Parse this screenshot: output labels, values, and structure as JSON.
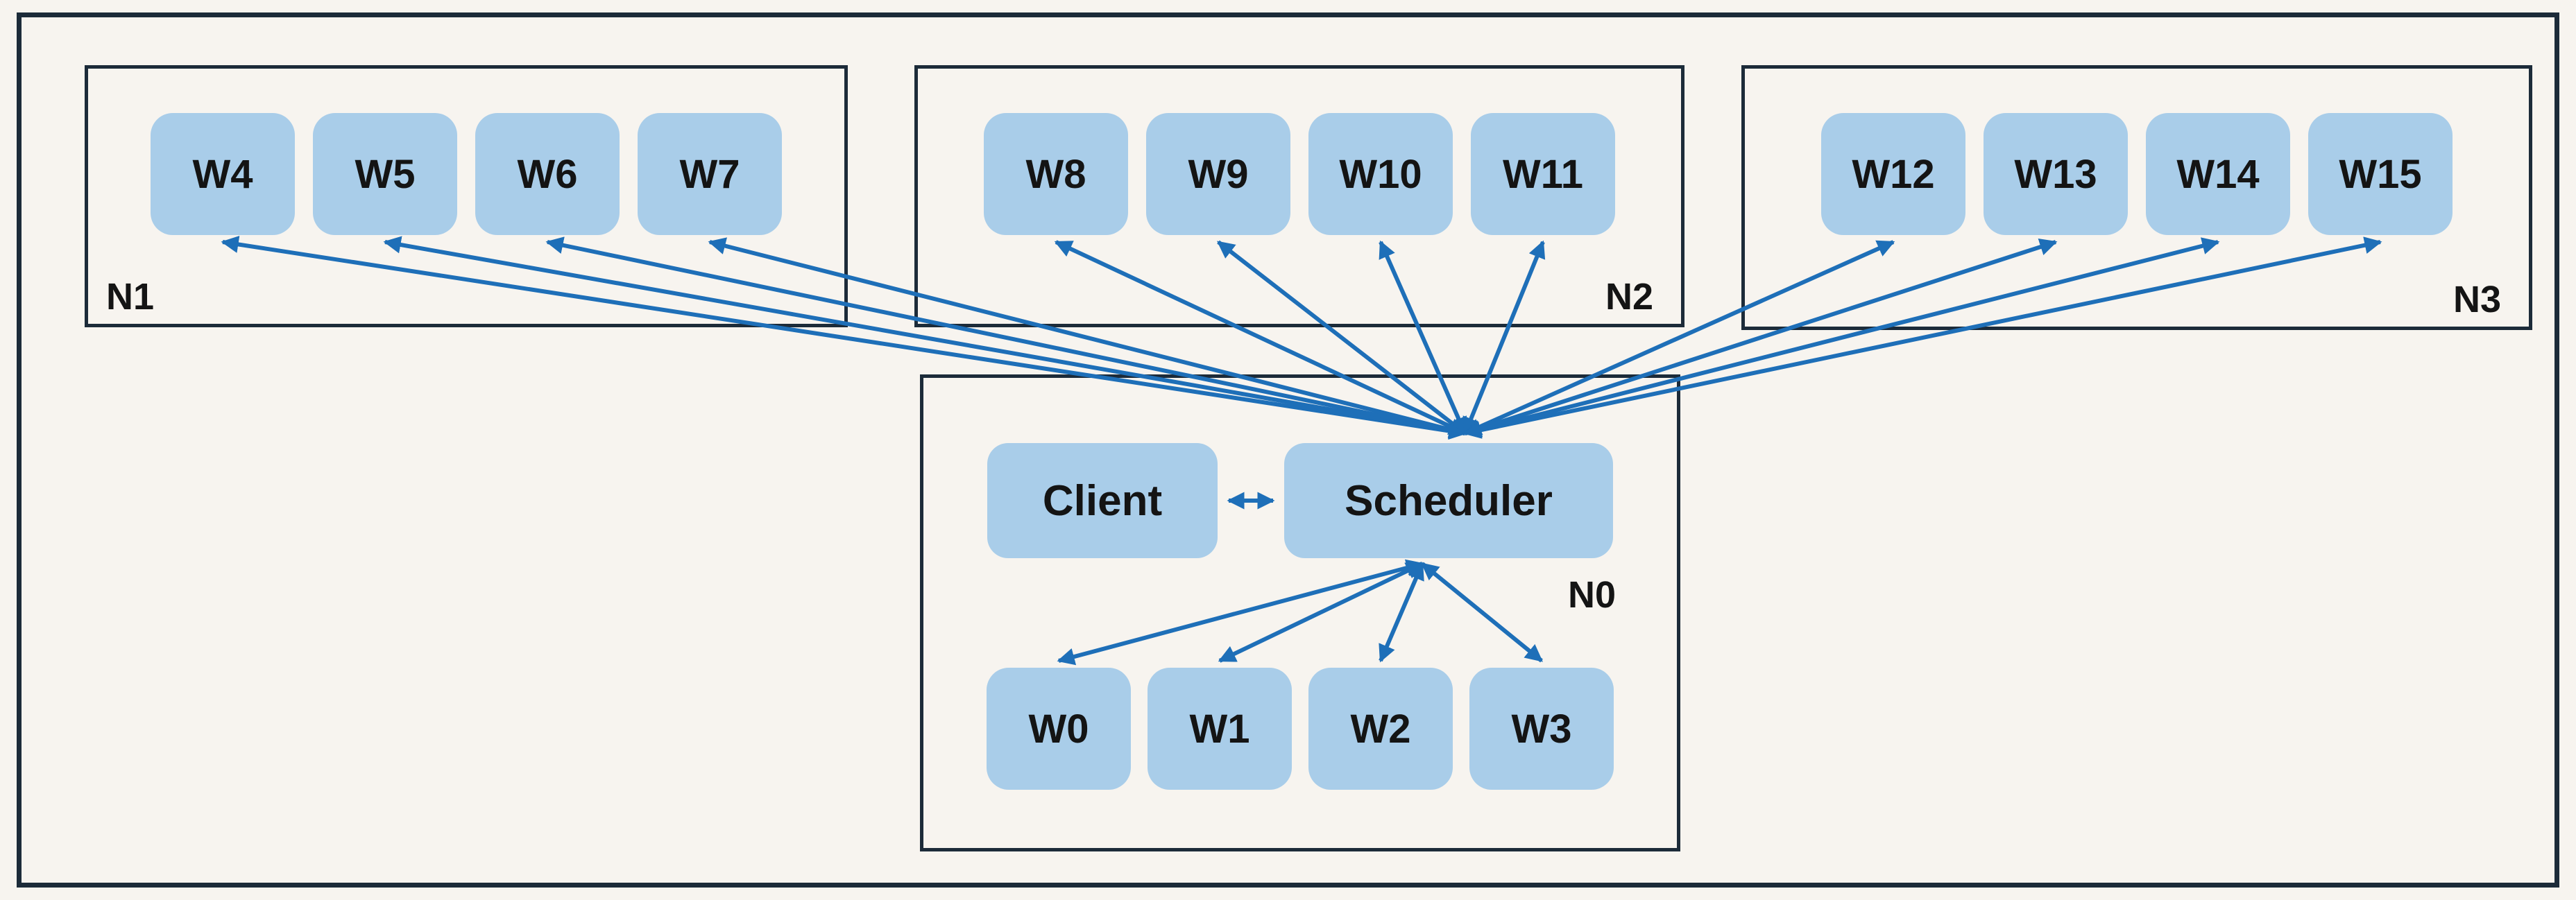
{
  "colors": {
    "background": "#f7f4ef",
    "box_fill": "#a9cde9",
    "frame_border": "#1c2b39",
    "arrow": "#1e6fb8",
    "text": "#141414"
  },
  "nodes": {
    "n1": {
      "label": "N1",
      "workers": [
        "W4",
        "W5",
        "W6",
        "W7"
      ]
    },
    "n2": {
      "label": "N2",
      "workers": [
        "W8",
        "W9",
        "W10",
        "W11"
      ]
    },
    "n3": {
      "label": "N3",
      "workers": [
        "W12",
        "W13",
        "W14",
        "W15"
      ]
    },
    "n0": {
      "label": "N0",
      "client_label": "Client",
      "scheduler_label": "Scheduler",
      "workers": [
        "W0",
        "W1",
        "W2",
        "W3"
      ]
    }
  },
  "connections": {
    "client_scheduler": "bidirectional",
    "scheduler_workers": "bidirectional"
  }
}
